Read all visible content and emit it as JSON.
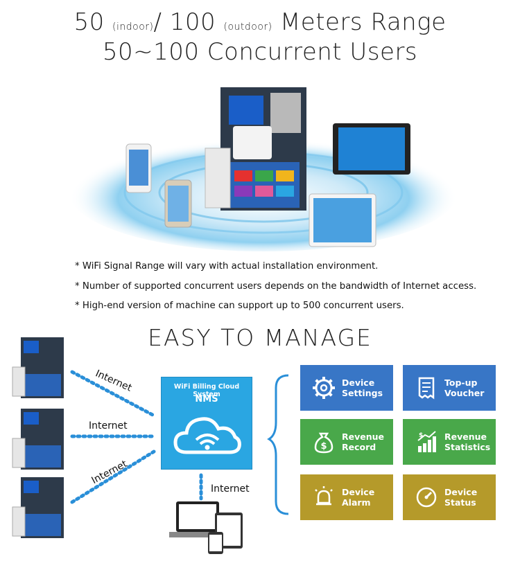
{
  "header": {
    "line1_a": "50",
    "line1_a_note": "(indoor)",
    "line1_b": "/ 100",
    "line1_b_note": "(outdoor)",
    "line1_c": "Meters Range",
    "line2": "50~100 Concurrent Users"
  },
  "notes": [
    "* WiFi Signal Range will vary with actual installation environment.",
    "* Number of supported concurrent users depends on the bandwidth of Internet access.",
    "* High-end version of machine can support up to 500 concurrent users."
  ],
  "manage": {
    "title": "EASY TO MANAGE",
    "cloud_subtitle": "WiFi Billing Cloud System",
    "cloud_title": "NMS",
    "internet_labels": [
      "Internet",
      "Internet",
      "Internet",
      "Internet"
    ]
  },
  "tiles": [
    {
      "label": "Device\nSettings",
      "icon": "gear-icon",
      "color": "#3876c6"
    },
    {
      "label": "Top-up\nVoucher",
      "icon": "receipt-icon",
      "color": "#3876c6"
    },
    {
      "label": "Revenue\nRecord",
      "icon": "money-bag-icon",
      "color": "#49a84a"
    },
    {
      "label": "Revenue\nStatistics",
      "icon": "bar-chart-icon",
      "color": "#49a84a"
    },
    {
      "label": "Device\nAlarm",
      "icon": "alarm-icon",
      "color": "#b59a2a"
    },
    {
      "label": "Device\nStatus",
      "icon": "gauge-icon",
      "color": "#b59a2a"
    }
  ]
}
